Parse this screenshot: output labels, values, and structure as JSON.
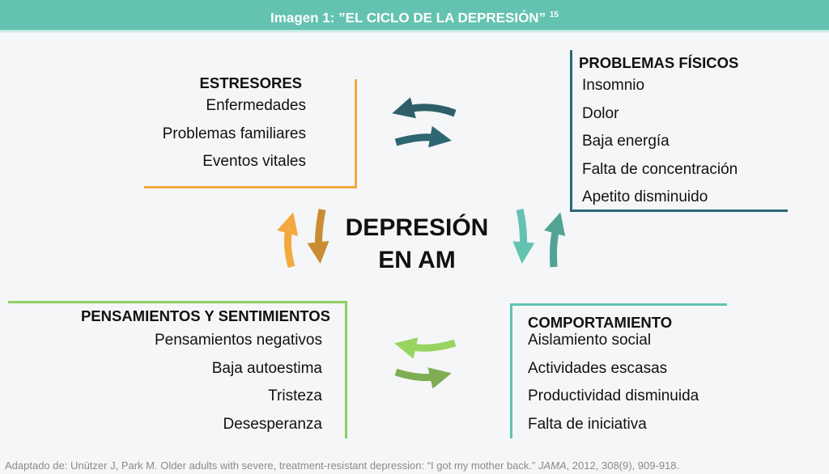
{
  "title": "Imagen 1: ”EL CICLO DE LA DEPRESIÓN”",
  "title_ref": "15",
  "center": [
    "DEPRESIÓN",
    "EN AM"
  ],
  "estresores": {
    "heading": "ESTRESORES",
    "items": [
      "Enfermedades",
      "Problemas familiares",
      "Eventos vitales"
    ],
    "color": "#f3a940"
  },
  "fisicos": {
    "heading": "PROBLEMAS FÍSICOS",
    "items": [
      "Insomnio",
      "Dolor",
      "Baja energía",
      "Falta de concentración",
      "Apetito disminuido"
    ],
    "color": "#2e6673"
  },
  "pensamientos": {
    "heading": "PENSAMIENTOS Y SENTIMIENTOS",
    "items": [
      "Pensamientos negativos",
      "Baja autoestima",
      "Tristeza",
      "Desesperanza"
    ],
    "color": "#8fd05f"
  },
  "comportamiento": {
    "heading": "COMPORTAMIENTO",
    "items": [
      "Aislamiento social",
      "Actividades escasas",
      "Productividad disminuida",
      "Falta de iniciativa"
    ],
    "color": "#5fc4b2"
  },
  "footer": {
    "prefix": "Adaptado de: Unützer J, Park M. Older adults with severe, treatment-resistant depression: “I got my mother back.” ",
    "journal": "JAMA",
    "suffix": ", 2012, 308(9), 909-918."
  }
}
